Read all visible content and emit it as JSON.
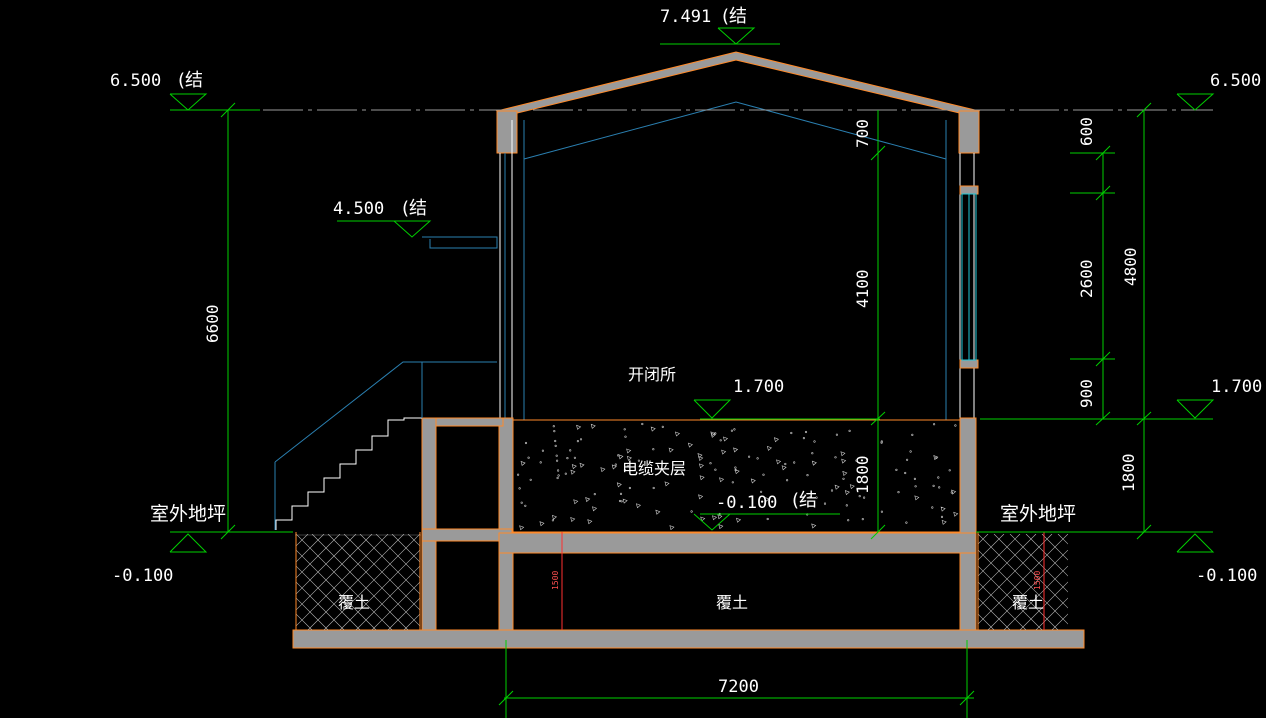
{
  "drawing": {
    "background": "#000000",
    "colors": {
      "dimension": "#00d000",
      "wall_edge": "#ff8a2a",
      "wall_fill": "#9a9a9a",
      "text": "#ffffff",
      "thin_line": "#2a7fb0",
      "window": "#20c8d8",
      "red_dim": "#ff3030"
    },
    "elevations": {
      "ridge": "7.491",
      "ridge_note": "(结",
      "eave_left": "6.500",
      "eave_left_note": "(结",
      "eave_right": "6.500",
      "canopy": "4.500",
      "canopy_note": "(结",
      "floor_center": "1.700",
      "floor_right": "1.700",
      "cable_level": "-0.100",
      "cable_note": "(结",
      "ground_left": "-0.100",
      "ground_right": "-0.100"
    },
    "labels": {
      "ground_left": "室外地坪",
      "ground_right": "室外地坪",
      "switch_room": "开闭所",
      "cable_interlayer": "电缆夹层",
      "fill_center": "覆土",
      "fill_left": "覆土",
      "fill_right": "覆土"
    },
    "dimensions": {
      "total_height_left": "6600",
      "center_upper": "700",
      "center_mid": "4100",
      "center_lower": "1800",
      "right_top": "600",
      "right_window": "2600",
      "right_sill": "900",
      "right_total": "4800",
      "right_lower": "1800",
      "red_center": "1500",
      "red_right": "1500",
      "bottom_width": "7200"
    }
  }
}
